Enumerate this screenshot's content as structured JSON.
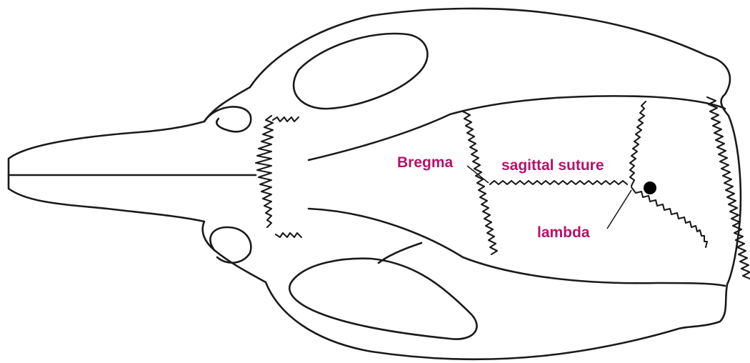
{
  "labels": {
    "bregma": "Bregma",
    "sagittal_suture": "sagittal suture",
    "lambda": "lambda"
  },
  "colors": {
    "label": "#b5126a",
    "line": "#1a1a1a",
    "background": "#ffffff"
  }
}
